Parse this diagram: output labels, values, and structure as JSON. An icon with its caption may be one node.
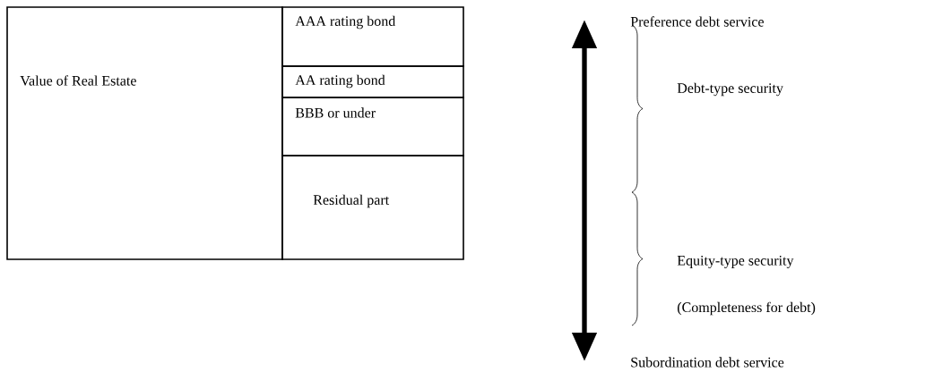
{
  "diagram": {
    "nodes": [
      {
        "text": [
          "Value of Real Estate"
        ]
      },
      {
        "text": [
          "AAA rating bond"
        ]
      },
      {
        "text": [
          "AA rating bond"
        ]
      },
      {
        "text": [
          "BBB or under"
        ]
      },
      {
        "text": [
          "Residual part"
        ]
      }
    ],
    "labels": [
      "Preference debt service",
      "Debt-type security",
      "Equity-type security",
      "(Completeness for debt)",
      "Subordination debt service"
    ]
  }
}
